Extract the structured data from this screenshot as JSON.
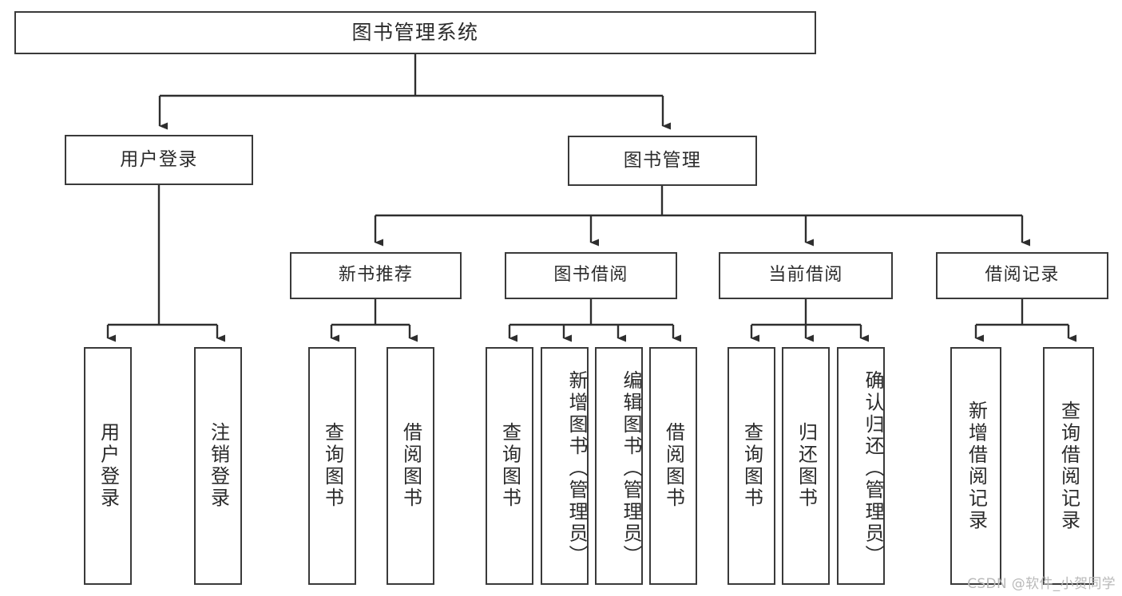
{
  "diagram": {
    "title": "图书管理系统",
    "type": "tree-hierarchy-chart",
    "watermark": "CSDN @软件_小贺同学",
    "colors": {
      "stroke": "#3a3a3a",
      "fill": "#ffffff",
      "text": "#2b2b2b",
      "watermark": "#b9b9b9"
    },
    "nodes": {
      "root": {
        "label": "图书管理系统"
      },
      "level2": [
        {
          "label": "用户登录"
        },
        {
          "label": "图书管理"
        }
      ],
      "level3": [
        {
          "label": "新书推荐"
        },
        {
          "label": "图书借阅"
        },
        {
          "label": "当前借阅"
        },
        {
          "label": "借阅记录"
        }
      ],
      "leaves_user_login": [
        {
          "label": "用户登录"
        },
        {
          "label": "注销登录"
        }
      ],
      "leaves_new_book": [
        {
          "label": "查询图书"
        },
        {
          "label": "借阅图书"
        }
      ],
      "leaves_borrow": [
        {
          "label": "查询图书"
        },
        {
          "label": "新增图书（管理员）"
        },
        {
          "label": "编辑图书（管理员）"
        },
        {
          "label": "借阅图书"
        }
      ],
      "leaves_current": [
        {
          "label": "查询图书"
        },
        {
          "label": "归还图书"
        },
        {
          "label": "确认归还（管理员）"
        }
      ],
      "leaves_records": [
        {
          "label": "新增借阅记录"
        },
        {
          "label": "查询借阅记录"
        }
      ]
    }
  }
}
